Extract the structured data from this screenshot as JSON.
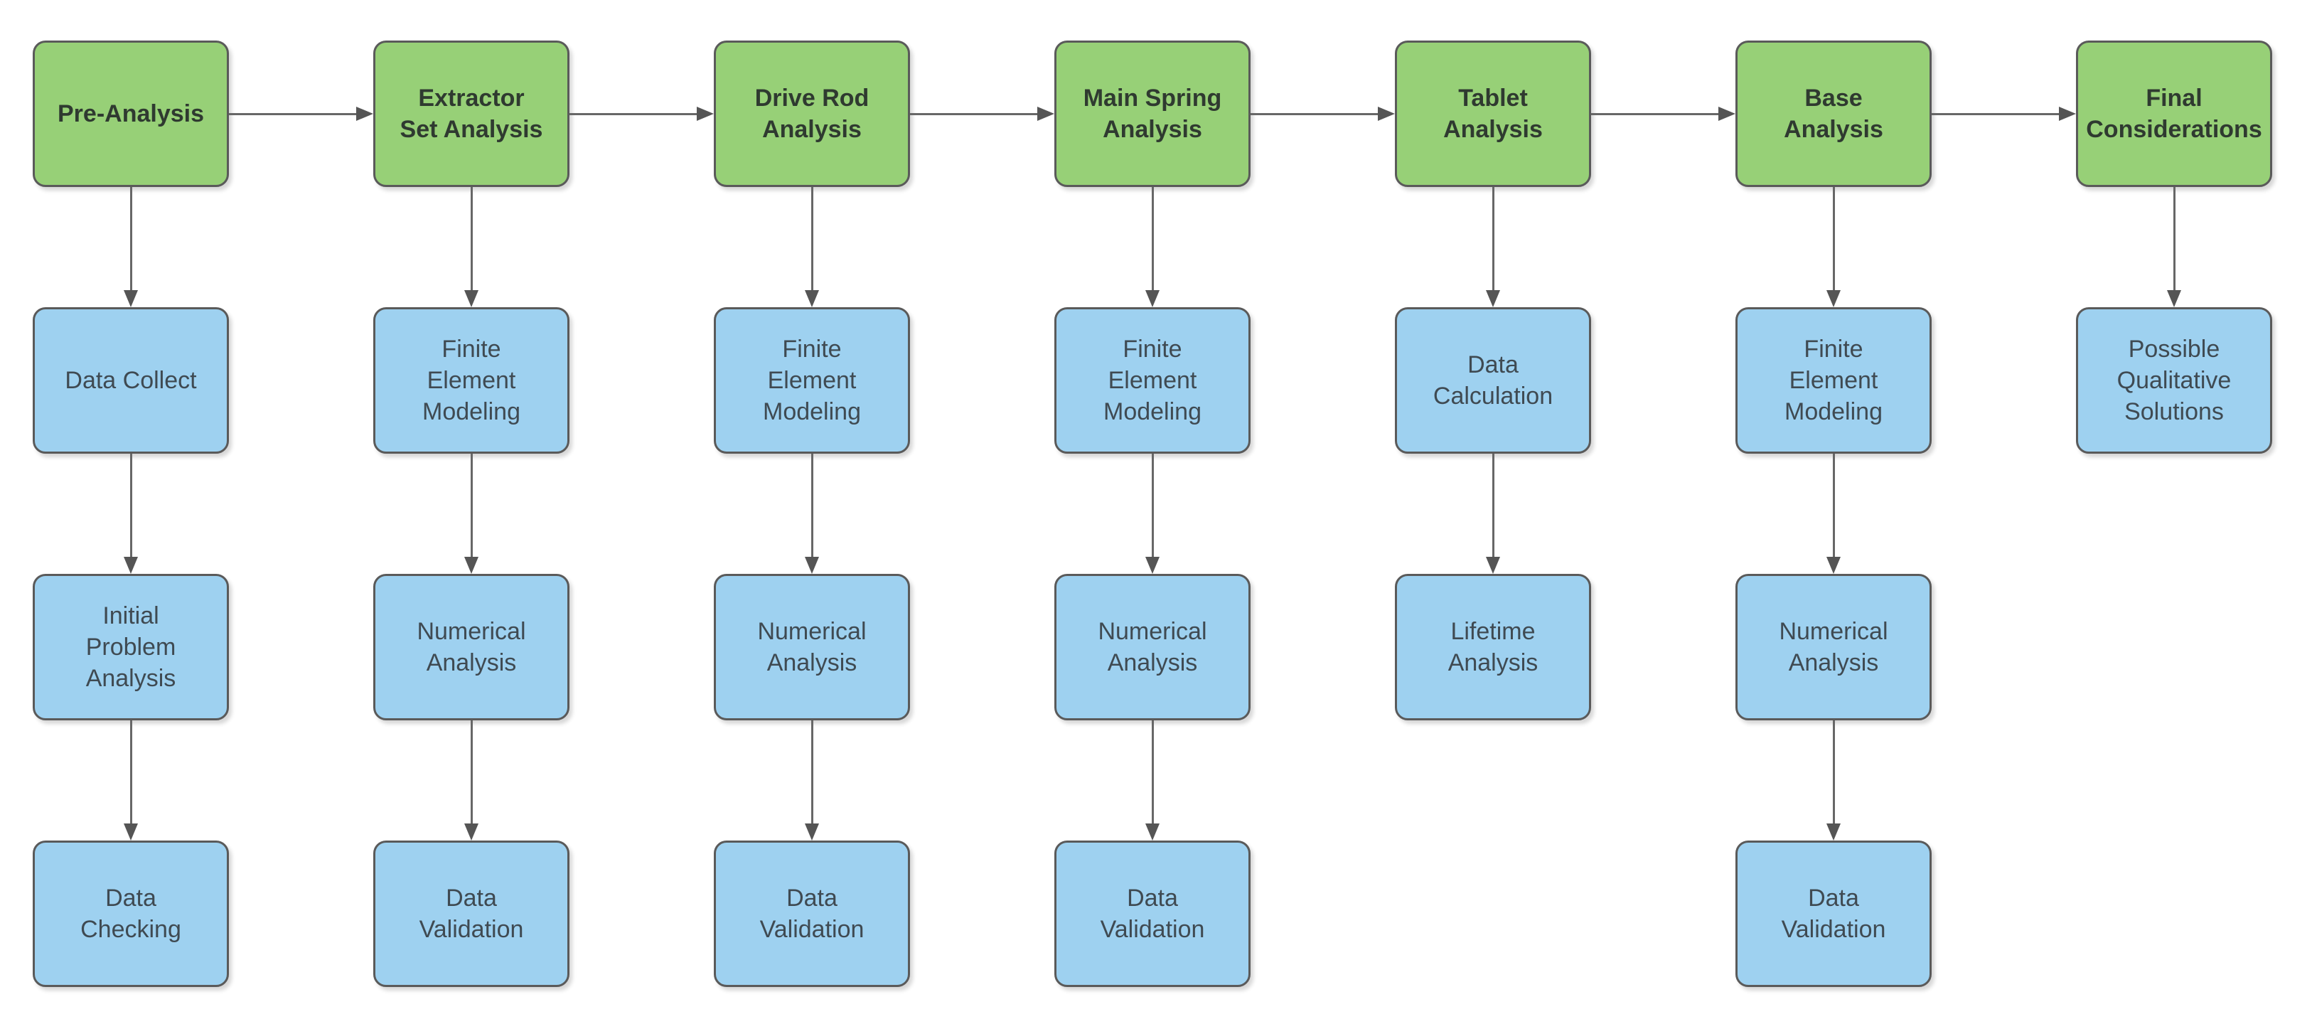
{
  "diagram": {
    "colors": {
      "background": "#ffffff",
      "header_fill": "#97d077",
      "step_fill": "#9ed1f0",
      "border": "#5a5a5a",
      "connector_line": "#676767",
      "connector_head": "#555555",
      "header_text": "#2f3a30",
      "step_text": "#3f4a52"
    },
    "columns": [
      {
        "header": {
          "label": "Pre-Analysis",
          "lines": [
            "Pre-Analysis"
          ]
        },
        "steps": [
          {
            "label": "Data Collect",
            "lines": [
              "Data Collect"
            ]
          },
          {
            "label": "Initial Problem Analysis",
            "lines": [
              "Initial",
              "Problem",
              "Analysis"
            ]
          },
          {
            "label": "Data Checking",
            "lines": [
              "Data",
              "Checking"
            ]
          }
        ]
      },
      {
        "header": {
          "label": "Extractor Set Analysis",
          "lines": [
            "Extractor",
            "Set Analysis"
          ]
        },
        "steps": [
          {
            "label": "Finite Element Modeling",
            "lines": [
              "Finite",
              "Element",
              "Modeling"
            ]
          },
          {
            "label": "Numerical Analysis",
            "lines": [
              "Numerical",
              "Analysis"
            ]
          },
          {
            "label": "Data Validation",
            "lines": [
              "Data",
              "Validation"
            ]
          }
        ]
      },
      {
        "header": {
          "label": "Drive Rod Analysis",
          "lines": [
            "Drive Rod",
            "Analysis"
          ]
        },
        "steps": [
          {
            "label": "Finite Element Modeling",
            "lines": [
              "Finite",
              "Element",
              "Modeling"
            ]
          },
          {
            "label": "Numerical Analysis",
            "lines": [
              "Numerical",
              "Analysis"
            ]
          },
          {
            "label": "Data Validation",
            "lines": [
              "Data",
              "Validation"
            ]
          }
        ]
      },
      {
        "header": {
          "label": "Main Spring Analysis",
          "lines": [
            "Main Spring",
            "Analysis"
          ]
        },
        "steps": [
          {
            "label": "Finite Element Modeling",
            "lines": [
              "Finite",
              "Element",
              "Modeling"
            ]
          },
          {
            "label": "Numerical Analysis",
            "lines": [
              "Numerical",
              "Analysis"
            ]
          },
          {
            "label": "Data Validation",
            "lines": [
              "Data",
              "Validation"
            ]
          }
        ]
      },
      {
        "header": {
          "label": "Tablet Analysis",
          "lines": [
            "Tablet",
            "Analysis"
          ]
        },
        "steps": [
          {
            "label": "Data Calculation",
            "lines": [
              "Data",
              "Calculation"
            ]
          },
          {
            "label": "Lifetime Analysis",
            "lines": [
              "Lifetime",
              "Analysis"
            ]
          }
        ]
      },
      {
        "header": {
          "label": "Base Analysis",
          "lines": [
            "Base",
            "Analysis"
          ]
        },
        "steps": [
          {
            "label": "Finite Element Modeling",
            "lines": [
              "Finite",
              "Element",
              "Modeling"
            ]
          },
          {
            "label": "Numerical Analysis",
            "lines": [
              "Numerical",
              "Analysis"
            ]
          },
          {
            "label": "Data Validation",
            "lines": [
              "Data",
              "Validation"
            ]
          }
        ]
      },
      {
        "header": {
          "label": "Final Considerations",
          "lines": [
            "Final",
            "Considerations"
          ]
        },
        "steps": [
          {
            "label": "Possible Qualitative Solutions",
            "lines": [
              "Possible",
              "Qualitative",
              "Solutions"
            ]
          }
        ]
      }
    ]
  }
}
